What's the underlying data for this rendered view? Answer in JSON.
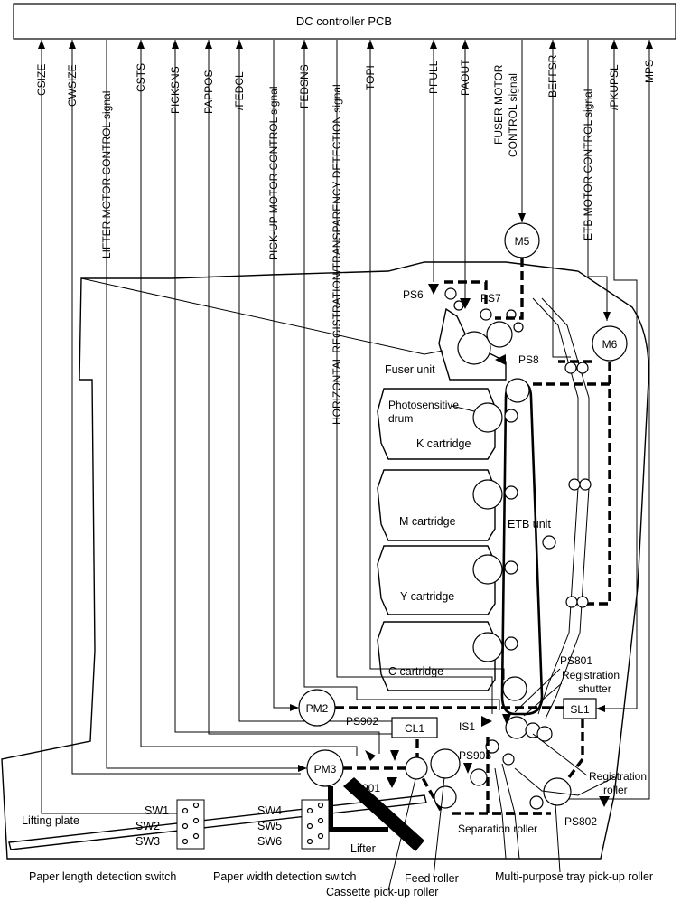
{
  "controller": "DC controller PCB",
  "signals": [
    "CSIZE",
    "CWSIZE",
    "LIFTER MOTOR CONTROL signal",
    "CSTS",
    "PICKSNS",
    "PAPPOS",
    "/FEDCL",
    "PICK-UP MOTOR CONTROL signal",
    "FEDSNS",
    "HORIZONTAL REGISTRATION/TRANSPARENCY DETECTION signal",
    "TOPI",
    "PFULL",
    "PAOUT",
    "FUSER MOTOR",
    "CONTROL signal",
    "BEFFSR",
    "ETB MOTOR CONTROL signal",
    "/PKUPSL",
    "MPS"
  ],
  "motors": {
    "m5": "M5",
    "m6": "M6",
    "pm2": "PM2",
    "pm3": "PM3"
  },
  "sensors": {
    "ps6": "PS6",
    "ps7": "PS7",
    "ps8": "PS8",
    "ps801": "PS801",
    "ps802": "PS802",
    "ps901": "PS901",
    "ps902": "PS902",
    "ps903": "PS903",
    "is1": "IS1",
    "cl1": "CL1",
    "sl1": "SL1"
  },
  "units": {
    "fuser": "Fuser unit",
    "drum_1": "Photosensitive",
    "drum_2": "drum",
    "k": "K cartridge",
    "m": "M cartridge",
    "y": "Y cartridge",
    "c": "C cartridge",
    "etb": "ETB unit",
    "shutter_1": "Registration",
    "shutter_2": "shutter",
    "reg_roller_1": "Registration",
    "reg_roller_2": "roller",
    "separation": "Separation roller",
    "lifting_plate": "Lifting plate",
    "lifter": "Lifter"
  },
  "switches": {
    "sw1": "SW1",
    "sw2": "SW2",
    "sw3": "SW3",
    "sw4": "SW4",
    "sw5": "SW5",
    "sw6": "SW6"
  },
  "bottom_labels": {
    "length_switch": "Paper length detection switch",
    "width_switch": "Paper width detection switch",
    "feed_roller": "Feed roller",
    "cassette_roller": "Cassette pick-up roller",
    "mp_roller": "Multi-purpose tray pick-up roller"
  }
}
